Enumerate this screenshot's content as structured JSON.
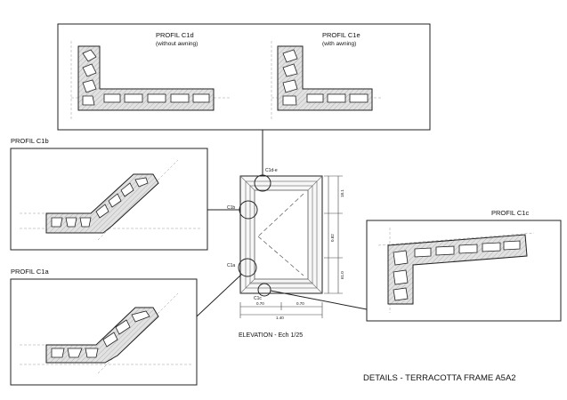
{
  "profiles": {
    "c1d": {
      "title": "PROFIL C1d",
      "subtitle": "(without awning)"
    },
    "c1e": {
      "title": "PROFIL C1e",
      "subtitle": "(with awning)"
    },
    "c1b": {
      "title": "PROFIL C1b"
    },
    "c1a": {
      "title": "PROFIL C1a"
    },
    "c1c": {
      "title": "PROFIL C1c"
    }
  },
  "elevation": {
    "caption": "ELEVATION - Ech 1/25",
    "callouts": {
      "c1de": "C1d-e",
      "c1b": "C1b",
      "c1a": "C1a",
      "c1c": "C1c"
    },
    "dims": {
      "left_width": "0.70",
      "right_width": "0.70",
      "total_width": "1.40",
      "height_top": "18.1",
      "height_mid": "0.82",
      "height_bottom": "61.0"
    }
  },
  "sheet_title": "DETAILS - TERRACOTTA FRAME A5A2",
  "colors": {
    "line": "#222222",
    "fill": "#d9d9d9",
    "hatch": "#aaaaaa"
  }
}
